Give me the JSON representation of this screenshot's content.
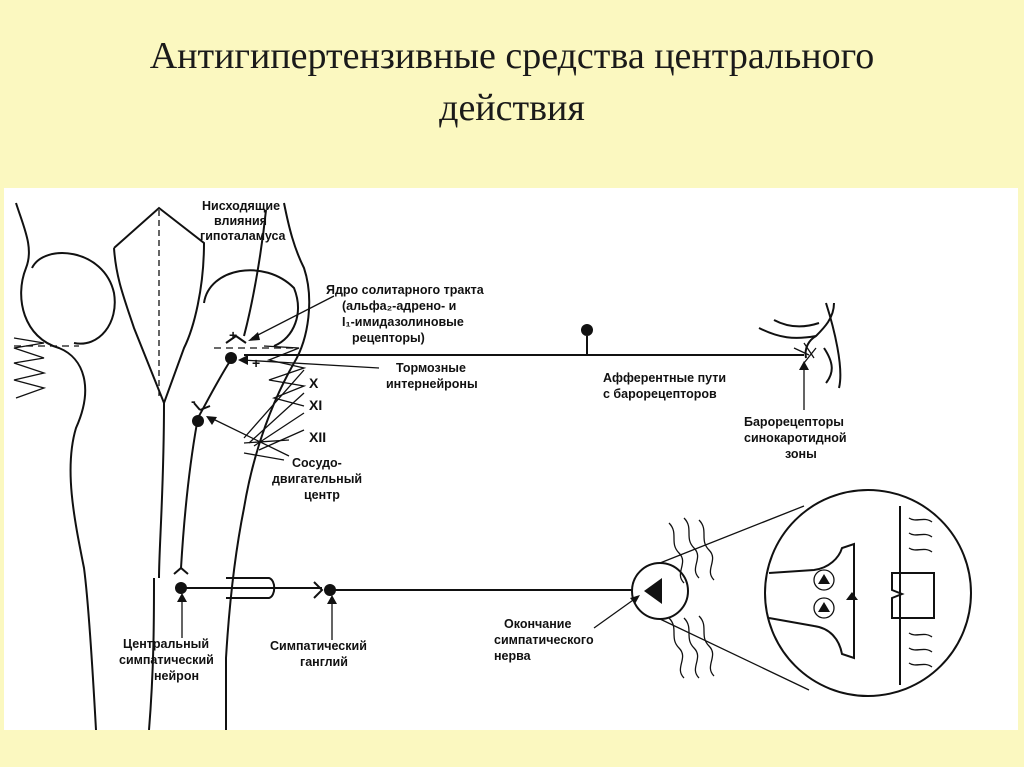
{
  "slide": {
    "title_line1": "Антигипертензивные средства центрального",
    "title_line2": "действия"
  },
  "diagram": {
    "labels": {
      "descending_1": "Нисходящие",
      "descending_2": "влияния",
      "descending_3": "гипоталамуса",
      "nucleus_1": "Ядро солитарного тракта",
      "nucleus_2": "(альфа₂-адрено- и",
      "nucleus_3": "I₁-имидазолиновые",
      "nucleus_4": "рецепторы)",
      "inhibitory_1": "Тормозные",
      "inhibitory_2": "интернейроны",
      "vasomotor_1": "Сосудо-",
      "vasomotor_2": "двигательный",
      "vasomotor_3": "центр",
      "afferent_1": "Афферентные пути",
      "afferent_2": "с барорецепторов",
      "baroreceptors_1": "Барорецепторы",
      "baroreceptors_2": "синокаротидной",
      "baroreceptors_3": "зоны",
      "central_neuron_1": "Центральный",
      "central_neuron_2": "симпатический",
      "central_neuron_3": "нейрон",
      "ganglion_1": "Симпатический",
      "ganglion_2": "ганглий",
      "ending_1": "Окончание",
      "ending_2": "симпатического",
      "ending_3": "нерва",
      "nerve_x": "X",
      "nerve_xi": "XI",
      "nerve_xii": "XII",
      "plus_1": "+",
      "plus_2": "+",
      "minus_1": "-"
    }
  }
}
